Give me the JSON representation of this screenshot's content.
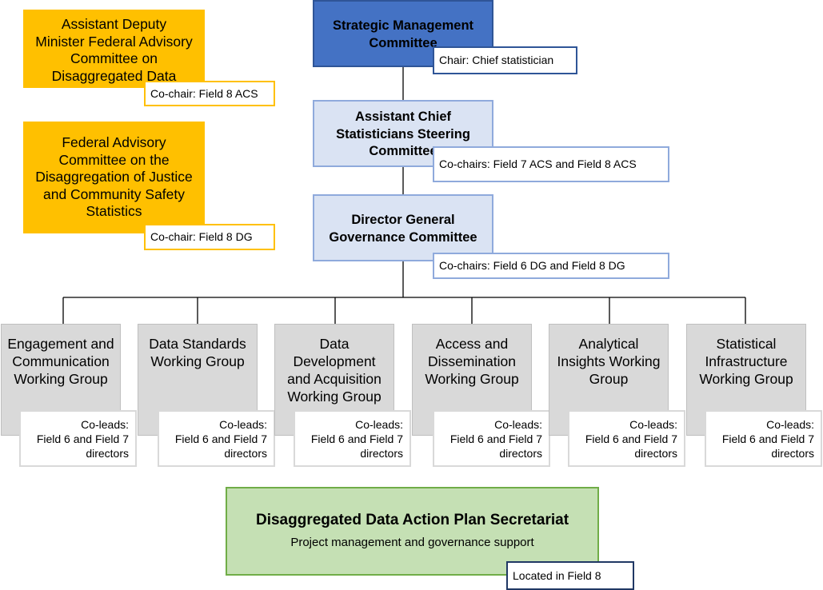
{
  "colors": {
    "advisory_fill": "#ffc000",
    "top_committee_fill": "#4472c4",
    "committee_fill": "#dae3f3",
    "working_group_fill": "#d9d9d9",
    "secretariat_fill": "#c5e0b4",
    "connector_line": "#000000"
  },
  "advisory": {
    "adm_committee": {
      "title_lines": [
        "Assistant Deputy",
        "Minister Federal Advisory",
        "Committee on",
        "Disaggregated Data"
      ],
      "cochair": "Co-chair: Field 8 ACS"
    },
    "justice_committee": {
      "title_lines": [
        "Federal Advisory",
        "Committee on the",
        "Disaggregation of Justice",
        "and Community Safety",
        "Statistics"
      ],
      "cochair": "Co-chair: Field 8 DG"
    }
  },
  "strategic": {
    "title_lines": [
      "Strategic Management",
      "Committee"
    ],
    "chair": "Chair: Chief statistician"
  },
  "acs_steering": {
    "title_lines": [
      "Assistant Chief",
      "Statisticians Steering",
      "Committee"
    ],
    "cochairs": "Co-chairs: Field 7 ACS and Field 8 ACS"
  },
  "dg_governance": {
    "title_lines": [
      "Director General",
      "Governance Committee"
    ],
    "cochairs": "Co-chairs: Field 6 DG and Field 8 DG"
  },
  "working_groups": [
    {
      "title_lines": [
        "Engagement and",
        "Communication",
        "Working Group"
      ],
      "colead_lines": [
        "Co-leads:",
        "Field 6 and Field 7",
        "directors"
      ]
    },
    {
      "title_lines": [
        "Data Standards",
        "Working Group"
      ],
      "colead_lines": [
        "Co-leads:",
        "Field 6 and Field 7",
        "directors"
      ]
    },
    {
      "title_lines": [
        "Data",
        "Development",
        "and Acquisition",
        "Working Group"
      ],
      "colead_lines": [
        "Co-leads:",
        "Field 6 and Field 7",
        "directors"
      ]
    },
    {
      "title_lines": [
        "Access and",
        "Dissemination",
        "Working Group"
      ],
      "colead_lines": [
        "Co-leads:",
        "Field 6 and Field 7",
        "directors"
      ]
    },
    {
      "title_lines": [
        "Analytical",
        "Insights Working",
        "Group"
      ],
      "colead_lines": [
        "Co-leads:",
        "Field 6 and Field 7",
        "directors"
      ]
    },
    {
      "title_lines": [
        "Statistical",
        "Infrastructure",
        "Working Group"
      ],
      "colead_lines": [
        "Co-leads:",
        "Field 6 and Field 7",
        "directors"
      ]
    }
  ],
  "secretariat": {
    "title": "Disaggregated Data Action Plan Secretariat",
    "subtitle": "Project management and governance support",
    "location": "Located in Field 8"
  }
}
